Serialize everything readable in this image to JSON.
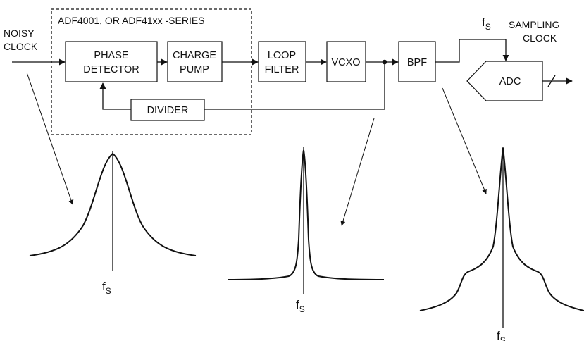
{
  "labels": {
    "input": [
      "NOISY",
      "CLOCK"
    ],
    "pll_group": "ADF4001, OR ADF41xx -SERIES",
    "clock_output_sym": "f",
    "clock_output_sub": "S",
    "sampling": [
      "SAMPLING",
      "CLOCK"
    ]
  },
  "blocks": {
    "phase_detector": [
      "PHASE",
      "DETECTOR"
    ],
    "charge_pump": [
      "CHARGE",
      "PUMP"
    ],
    "loop_filter": [
      "LOOP",
      "FILTER"
    ],
    "vcxo": "VCXO",
    "bpf": "BPF",
    "adc": "ADC",
    "divider": "DIVIDER"
  },
  "spectra": [
    {
      "name": "noisy-input-spectrum",
      "label_sym": "f",
      "label_sub": "S"
    },
    {
      "name": "vcxo-output-spectrum",
      "label_sym": "f",
      "label_sub": "S"
    },
    {
      "name": "filtered-output-spectrum",
      "label_sym": "f",
      "label_sub": "S"
    }
  ]
}
